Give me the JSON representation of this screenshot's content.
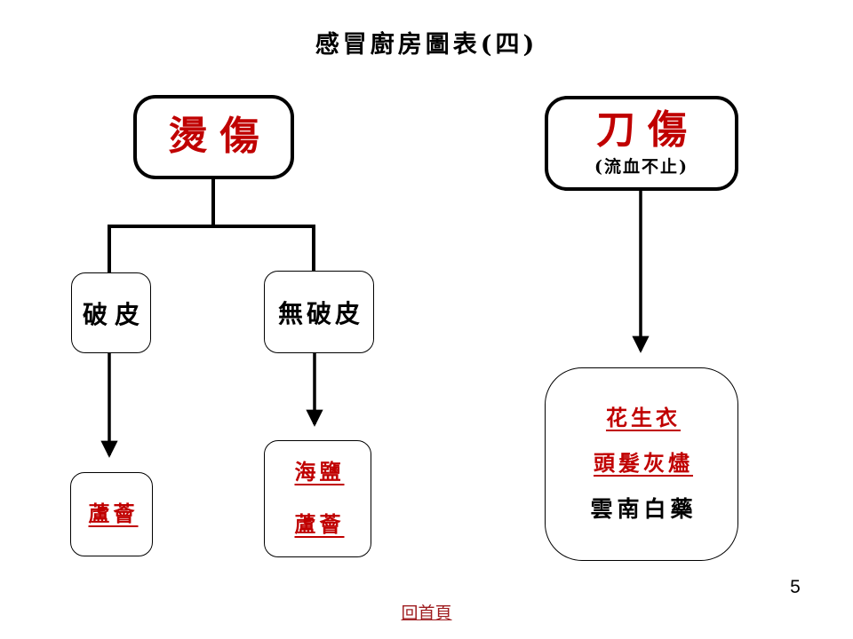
{
  "slide": {
    "title": "感冒廚房圖表(四)",
    "page_number": "5",
    "home_link_label": "回首頁"
  },
  "colors": {
    "text_red": "#c00000",
    "link_red": "#9e1b1e",
    "line_black": "#000000",
    "background": "#ffffff"
  },
  "diagram": {
    "scald": {
      "label": "燙傷",
      "children": [
        {
          "label": "破皮",
          "remedies": [
            "蘆薈"
          ]
        },
        {
          "label": "無破皮",
          "remedies": [
            "海鹽",
            "蘆薈"
          ]
        }
      ]
    },
    "cut": {
      "label": "刀傷",
      "sublabel": "(流血不止)",
      "remedies_highlighted": [
        "花生衣",
        "頭髮灰燼"
      ],
      "remedies_plain": [
        "雲南白藥"
      ]
    }
  }
}
